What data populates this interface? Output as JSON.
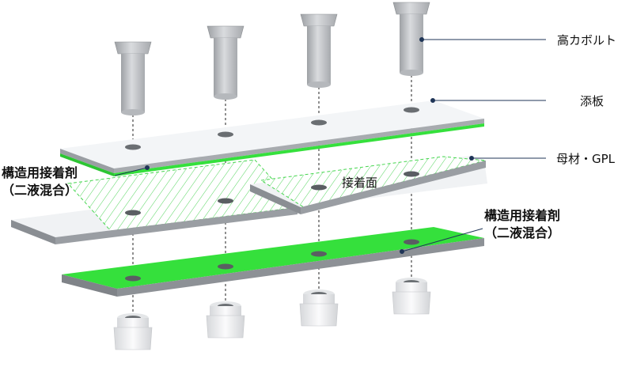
{
  "labels": {
    "bolt": "高カボルト",
    "splice_plate": "添板",
    "base_plate": "母材・GPL",
    "adhesive_left_line1": "構造用接着剤",
    "adhesive_left_line2": "（二液混合）",
    "contact_surface": "接着面",
    "adhesive_right_line1": "構造用接着剤",
    "adhesive_right_line2": "（二液混合）"
  },
  "colors": {
    "adhesive_green": "#35e03c",
    "plate_top": "#f2f4f6",
    "plate_side": "#9a9ea3",
    "bolt_metal": "#c8cacd",
    "nut_white": "#f1f2f3",
    "leader_line": "#1f3557"
  },
  "icons": {
    "bolt": "hex-bolt-icon",
    "nut": "hex-nut-icon"
  }
}
